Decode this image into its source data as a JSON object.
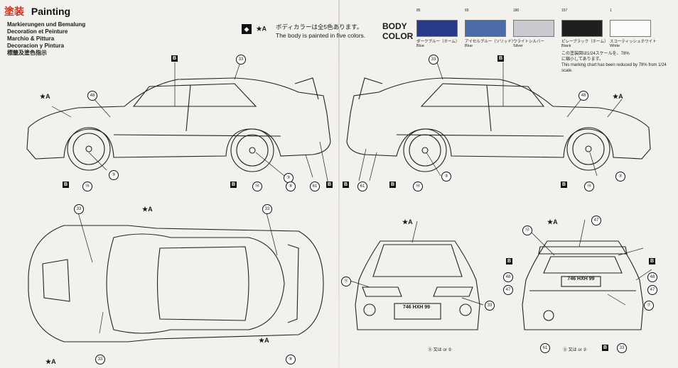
{
  "header": {
    "jp_title": "塗装",
    "en_title": "Painting",
    "sublines": [
      "Markierungen und Bemalung",
      "Decoration et Peinture",
      "Marchio & Pittura",
      "Decoracion y Pintura",
      "標籤及塗色指示"
    ]
  },
  "note": {
    "icon": "★A",
    "jp": "ボディカラーは全5色あります。",
    "en": "The body is painted in five colors."
  },
  "body_color": {
    "label_line1": "BODY",
    "label_line2": "COLOR",
    "swatches": [
      {
        "code": "85",
        "color": "#2a3a8a",
        "jp": "ダークブルー（ホーム）",
        "en": "Blue"
      },
      {
        "code": "65",
        "color": "#4a6aa8",
        "jp": "アイセルブルー（ソリッド）",
        "en": "Blue"
      },
      {
        "code": "180",
        "color": "#c9cbd0",
        "jp": "ウライトシルバー",
        "en": "Silver"
      },
      {
        "code": "157",
        "color": "#1f1f1f",
        "jp": "ピレーブラック（ホーム）",
        "en": "Black"
      },
      {
        "code": "1",
        "color": "#fbfbfb",
        "jp": "スコーティッシュホワイト",
        "en": "White"
      }
    ]
  },
  "scale_note": {
    "jp": "この塗装図は1/24スケールを、78%",
    "jp2": "に縮小してあります。",
    "en": "This marking chart has been reduced by 78% from 1/24 scale."
  },
  "labels": {
    "star_a": "★A",
    "box_b": "B",
    "c3": "③",
    "c14": "⑭",
    "n33": "33",
    "n48": "48",
    "n61": "61",
    "n47": "47",
    "n9": "⑨",
    "n7": "⑦",
    "n11": "⑪",
    "n12": "⑫",
    "plate_front": "746 HXH 99",
    "plate_rear": "746 HXH 99",
    "opt_front": "⑤ 又は or ②",
    "opt_rear": "⑤ 又は or ②"
  }
}
